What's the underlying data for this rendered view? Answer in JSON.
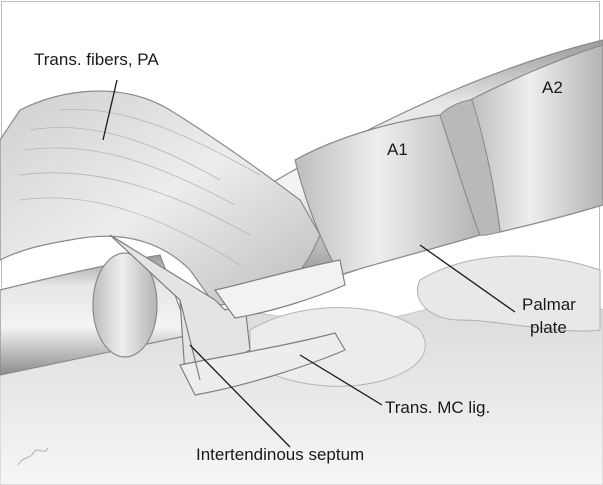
{
  "figure": {
    "labels": {
      "trans_fibers": "Trans. fibers, PA",
      "a1": "A1",
      "a2": "A2",
      "palmar_plate_line1": "Palmar",
      "palmar_plate_line2": "plate",
      "trans_mc_lig": "Trans. MC lig.",
      "intertendinous_septum": "Intertendinous septum"
    }
  }
}
